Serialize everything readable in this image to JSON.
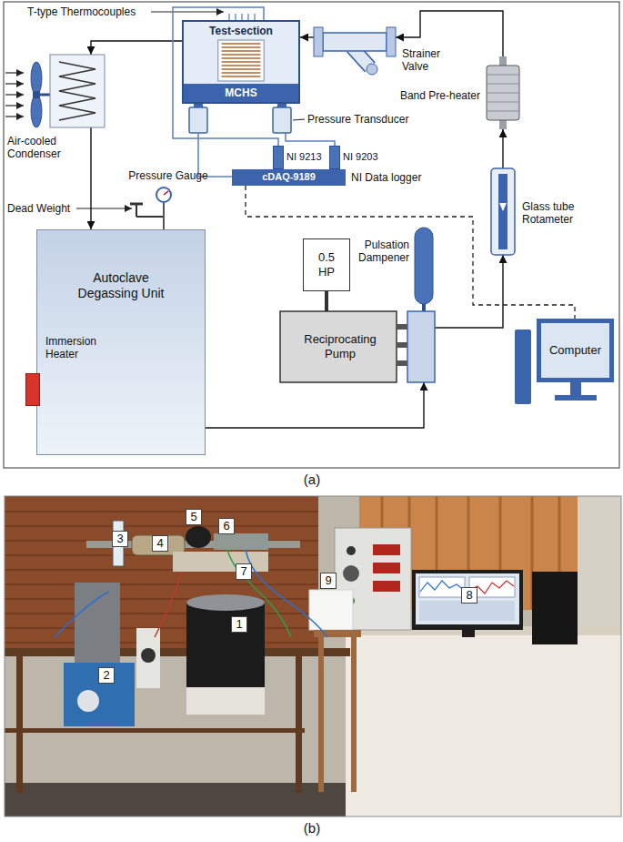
{
  "diagram": {
    "nodes": [
      {
        "text": [
          "Test-section",
          "MCHS"
        ]
      },
      {
        "text": [
          "Strainer Valve"
        ]
      },
      {
        "text": [
          "Band Pre-heater"
        ]
      },
      {
        "text": [
          "Glass tube Rotameter"
        ]
      },
      {
        "text": [
          "Pulsation Dampener"
        ]
      },
      {
        "text": [
          "Reciprocating Pump"
        ]
      },
      {
        "text": [
          "0.5 HP"
        ]
      },
      {
        "text": [
          "Autoclave Degassing Unit"
        ]
      },
      {
        "text": [
          "Immersion Heater"
        ]
      },
      {
        "text": [
          "Air-cooled Condenser"
        ]
      },
      {
        "text": [
          "cDAQ-9189",
          "NI Data logger"
        ]
      },
      {
        "text": [
          "NI 9213"
        ]
      },
      {
        "text": [
          "NI 9203"
        ]
      },
      {
        "text": [
          "Computer"
        ]
      },
      {
        "text": [
          "Pressure Transducer"
        ]
      },
      {
        "text": [
          "Pressure Gauge"
        ]
      }
    ],
    "edges": [
      {
        "from": 1,
        "to": 0,
        "arrow": "to"
      },
      {
        "from": 0,
        "to": 9,
        "arrow": "to"
      },
      {
        "from": 9,
        "to": 7,
        "arrow": "to"
      },
      {
        "from": 7,
        "to": 5,
        "arrow": "to"
      },
      {
        "from": 6,
        "to": 5,
        "arrow": "none"
      },
      {
        "from": 5,
        "to": 4,
        "arrow": "none"
      },
      {
        "from": 5,
        "to": 3,
        "arrow": "to"
      },
      {
        "from": 3,
        "to": 2,
        "arrow": "to"
      },
      {
        "from": 2,
        "to": 1,
        "arrow": "to"
      },
      {
        "from": 0,
        "to": 11,
        "arrow": "none"
      },
      {
        "from": 14,
        "to": 12,
        "arrow": "none"
      },
      {
        "from": 10,
        "to": 13,
        "arrow": "none"
      },
      {
        "from": 15,
        "to": 7,
        "arrow": "none"
      }
    ],
    "labels": [
      "T-type Thermocouples",
      "Dead Weight",
      "(a)",
      "1",
      "2",
      "3",
      "4",
      "5",
      "6",
      "7",
      "8",
      "9",
      "(b)"
    ]
  }
}
